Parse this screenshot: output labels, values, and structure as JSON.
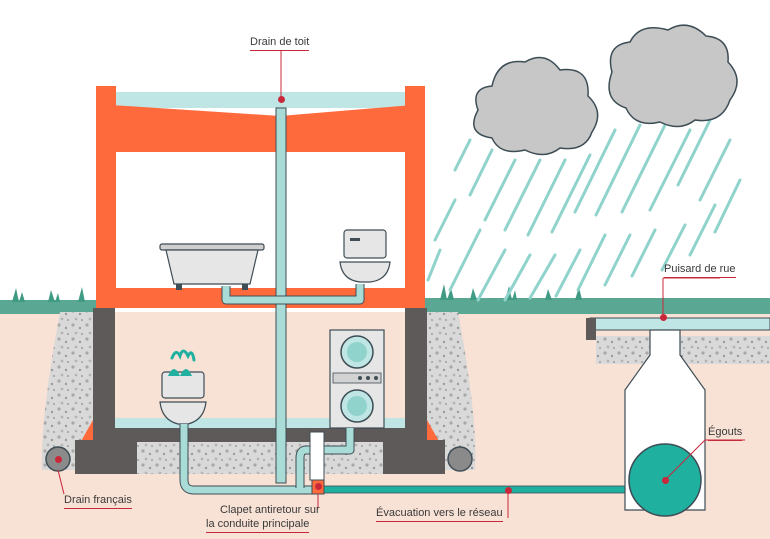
{
  "labels": {
    "roof_drain": "Drain de toit",
    "street_catch_basin": "Puisard de rue",
    "sewers": "Égouts",
    "french_drain": "Drain français",
    "backflow_valve_line1": "Clapet antiretour sur",
    "backflow_valve_line2": "la conduite principale",
    "evacuation": "Évacuation vers le réseau"
  },
  "colors": {
    "structure": "#ff6a3d",
    "pipe": "#a9dcd6",
    "pipe_stroke": "#3e4d55",
    "water": "#bfe6e4",
    "soil": "#f8e1d5",
    "gravel": "#d2d2d2",
    "concrete": "#5e5a5a",
    "grass": "#4fae96",
    "rain": "#8fd3cc",
    "cloud": "#c7c7c7",
    "sewer_water": "#1fb0a0",
    "marker": "#c9283a"
  }
}
